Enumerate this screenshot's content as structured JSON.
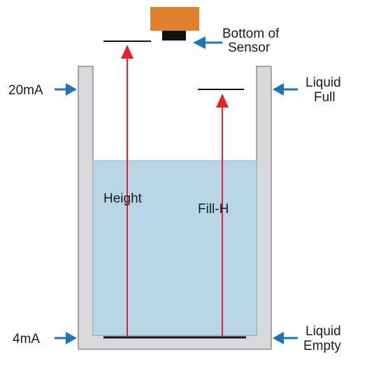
{
  "labels": {
    "sensor_line1": "Bottom of",
    "sensor_line2": "Sensor",
    "current_high": "20mA",
    "current_low": "4mA",
    "liquid_full_line1": "Liquid",
    "liquid_full_line2": "Full",
    "liquid_empty_line1": "Liquid",
    "liquid_empty_line2": "Empty",
    "height": "Height",
    "fill_height": "Fill-H"
  },
  "colors": {
    "tank_wall": "#d9d9db",
    "tank_outline": "#8e8e93",
    "liquid": "#b9d6e6",
    "liquid_outline": "#8fb7cf",
    "sensor_body": "#e0822d",
    "sensor_base": "#111111",
    "measure_arrow": "#e8202a",
    "pointer_arrow": "#1f73b7",
    "level_line": "#111111"
  }
}
